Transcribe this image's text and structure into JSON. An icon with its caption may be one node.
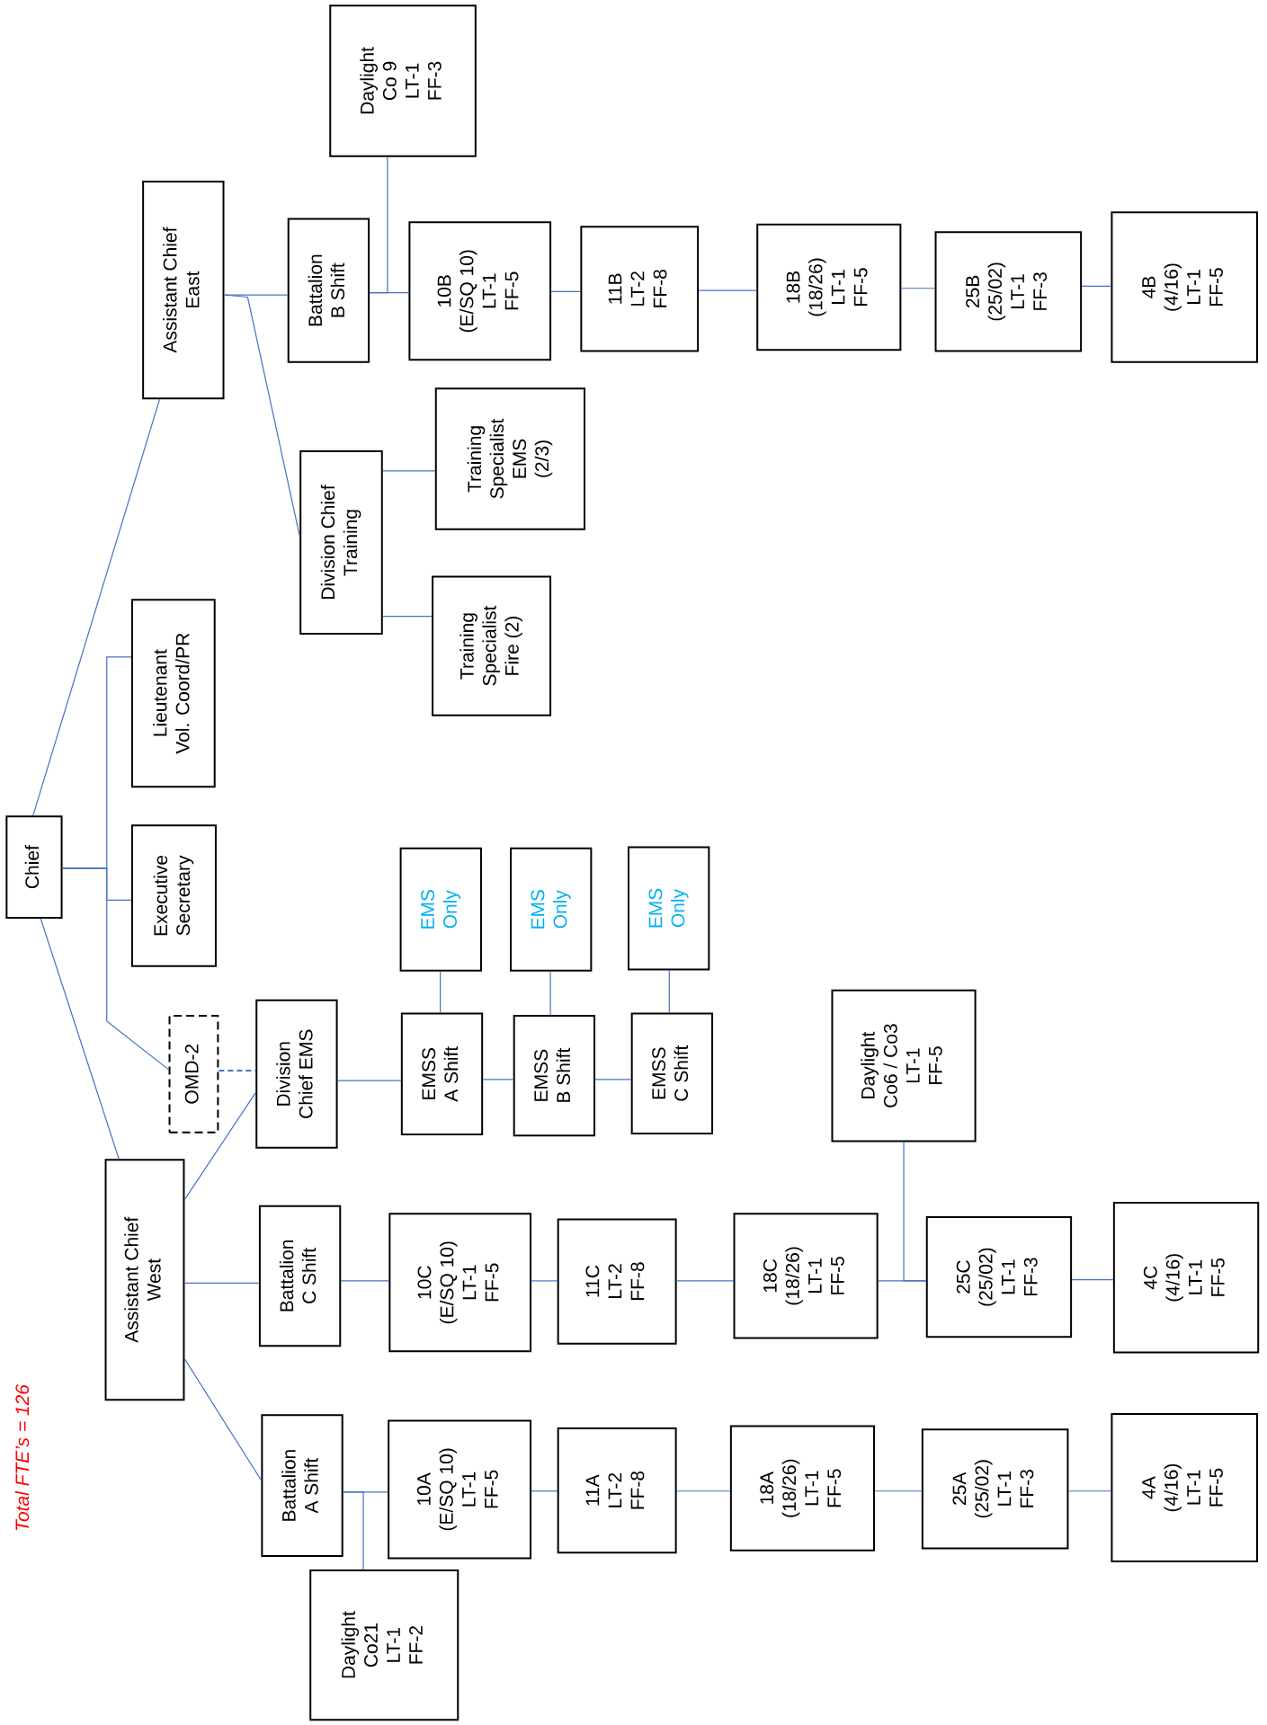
{
  "diagram": {
    "nodes": [
      {
        "text": [
          "Chief"
        ]
      },
      {
        "text": [
          "Assistant Chief",
          "East"
        ]
      },
      {
        "text": [
          "Lieutenant",
          "Vol. Coord/PR"
        ]
      },
      {
        "text": [
          "Executive",
          "Secretary"
        ]
      },
      {
        "text": [
          "OMD-2"
        ]
      },
      {
        "text": [
          "Assistant Chief",
          "West"
        ]
      },
      {
        "text": [
          "Daylight",
          "Co 9",
          "LT-1",
          "FF-3"
        ]
      },
      {
        "text": [
          "Battalion",
          "B Shift"
        ]
      },
      {
        "text": [
          "10B",
          "(E/SQ 10)",
          "LT-1",
          "FF-5"
        ]
      },
      {
        "text": [
          "11B",
          "LT-2",
          "FF-8"
        ]
      },
      {
        "text": [
          "18B",
          "(18/26)",
          "LT-1",
          "FF-5"
        ]
      },
      {
        "text": [
          "25B",
          "(25/02)",
          "LT-1",
          "FF-3"
        ]
      },
      {
        "text": [
          "4B",
          "(4/16)",
          "LT-1",
          "FF-5"
        ]
      },
      {
        "text": [
          "Division Chief",
          "Training"
        ]
      },
      {
        "text": [
          "Training",
          "Specialist",
          "EMS",
          "(2/3)"
        ]
      },
      {
        "text": [
          "Training",
          "Specialist",
          "Fire (2)"
        ]
      },
      {
        "text": [
          "Division",
          "Chief EMS"
        ]
      },
      {
        "text": [
          "EMS",
          "Only"
        ]
      },
      {
        "text": [
          "EMS",
          "Only"
        ]
      },
      {
        "text": [
          "EMS",
          "Only"
        ]
      },
      {
        "text": [
          "EMSS",
          "A Shift"
        ]
      },
      {
        "text": [
          "EMSS",
          "B Shift"
        ]
      },
      {
        "text": [
          "EMSS",
          "C Shift"
        ]
      },
      {
        "text": [
          "Daylight",
          "Co6 / Co3",
          "LT-1",
          "FF-5"
        ]
      },
      {
        "text": [
          "Battalion",
          "C Shift"
        ]
      },
      {
        "text": [
          "10C",
          "(E/SQ 10)",
          "LT-1",
          "FF-5"
        ]
      },
      {
        "text": [
          "11C",
          "LT-2",
          "FF-8"
        ]
      },
      {
        "text": [
          "18C",
          "(18/26)",
          "LT-1",
          "FF-5"
        ]
      },
      {
        "text": [
          "25C",
          "(25/02)",
          "LT-1",
          "FF-3"
        ]
      },
      {
        "text": [
          "4C",
          "(4/16)",
          "LT-1",
          "FF-5"
        ]
      },
      {
        "text": [
          "Battalion",
          "A Shift"
        ]
      },
      {
        "text": [
          "10A",
          "(E/SQ 10)",
          "LT-1",
          "FF-5"
        ]
      },
      {
        "text": [
          "11A",
          "LT-2",
          "FF-8"
        ]
      },
      {
        "text": [
          "18A",
          "(18/26)",
          "LT-1",
          "FF-5"
        ]
      },
      {
        "text": [
          "25A",
          "(25/02)",
          "LT-1",
          "FF-3"
        ]
      },
      {
        "text": [
          "4A",
          "(4/16)",
          "LT-1",
          "FF-5"
        ]
      },
      {
        "text": [
          "Daylight",
          "Co21",
          "LT-1",
          "FF-2"
        ]
      }
    ],
    "edges": [
      {
        "from": 0,
        "to": 1,
        "arrow": "none"
      },
      {
        "from": 0,
        "to": 5,
        "arrow": "none"
      },
      {
        "from": 0,
        "to": 2,
        "arrow": "none"
      },
      {
        "from": 0,
        "to": 3,
        "arrow": "none"
      },
      {
        "from": 0,
        "to": 4,
        "arrow": "none"
      },
      {
        "from": 4,
        "to": 16,
        "arrow": "none",
        "style": "dashed"
      },
      {
        "from": 1,
        "to": 7,
        "arrow": "none"
      },
      {
        "from": 1,
        "to": 13,
        "arrow": "none"
      },
      {
        "from": 7,
        "to": 6,
        "arrow": "none"
      },
      {
        "from": 7,
        "to": 8,
        "arrow": "none"
      },
      {
        "from": 8,
        "to": 9,
        "arrow": "none"
      },
      {
        "from": 9,
        "to": 10,
        "arrow": "none"
      },
      {
        "from": 10,
        "to": 11,
        "arrow": "none"
      },
      {
        "from": 11,
        "to": 12,
        "arrow": "none"
      },
      {
        "from": 13,
        "to": 14,
        "arrow": "none"
      },
      {
        "from": 13,
        "to": 15,
        "arrow": "none"
      },
      {
        "from": 5,
        "to": 16,
        "arrow": "none"
      },
      {
        "from": 5,
        "to": 24,
        "arrow": "none"
      },
      {
        "from": 5,
        "to": 30,
        "arrow": "none"
      },
      {
        "from": 16,
        "to": 20,
        "arrow": "none"
      },
      {
        "from": 20,
        "to": 21,
        "arrow": "none"
      },
      {
        "from": 21,
        "to": 22,
        "arrow": "none"
      },
      {
        "from": 20,
        "to": 17,
        "arrow": "none"
      },
      {
        "from": 21,
        "to": 18,
        "arrow": "none"
      },
      {
        "from": 22,
        "to": 19,
        "arrow": "none"
      },
      {
        "from": 24,
        "to": 25,
        "arrow": "none"
      },
      {
        "from": 25,
        "to": 26,
        "arrow": "none"
      },
      {
        "from": 26,
        "to": 27,
        "arrow": "none"
      },
      {
        "from": 27,
        "to": 28,
        "arrow": "none"
      },
      {
        "from": 28,
        "to": 29,
        "arrow": "none"
      },
      {
        "from": 23,
        "to": 28,
        "arrow": "none"
      },
      {
        "from": 30,
        "to": 31,
        "arrow": "none"
      },
      {
        "from": 30,
        "to": 36,
        "arrow": "none"
      },
      {
        "from": 31,
        "to": 32,
        "arrow": "none"
      },
      {
        "from": 32,
        "to": 33,
        "arrow": "none"
      },
      {
        "from": 33,
        "to": 34,
        "arrow": "none"
      },
      {
        "from": 34,
        "to": 35,
        "arrow": "none"
      }
    ],
    "labels": [
      "Total FTE’s = 126"
    ]
  }
}
